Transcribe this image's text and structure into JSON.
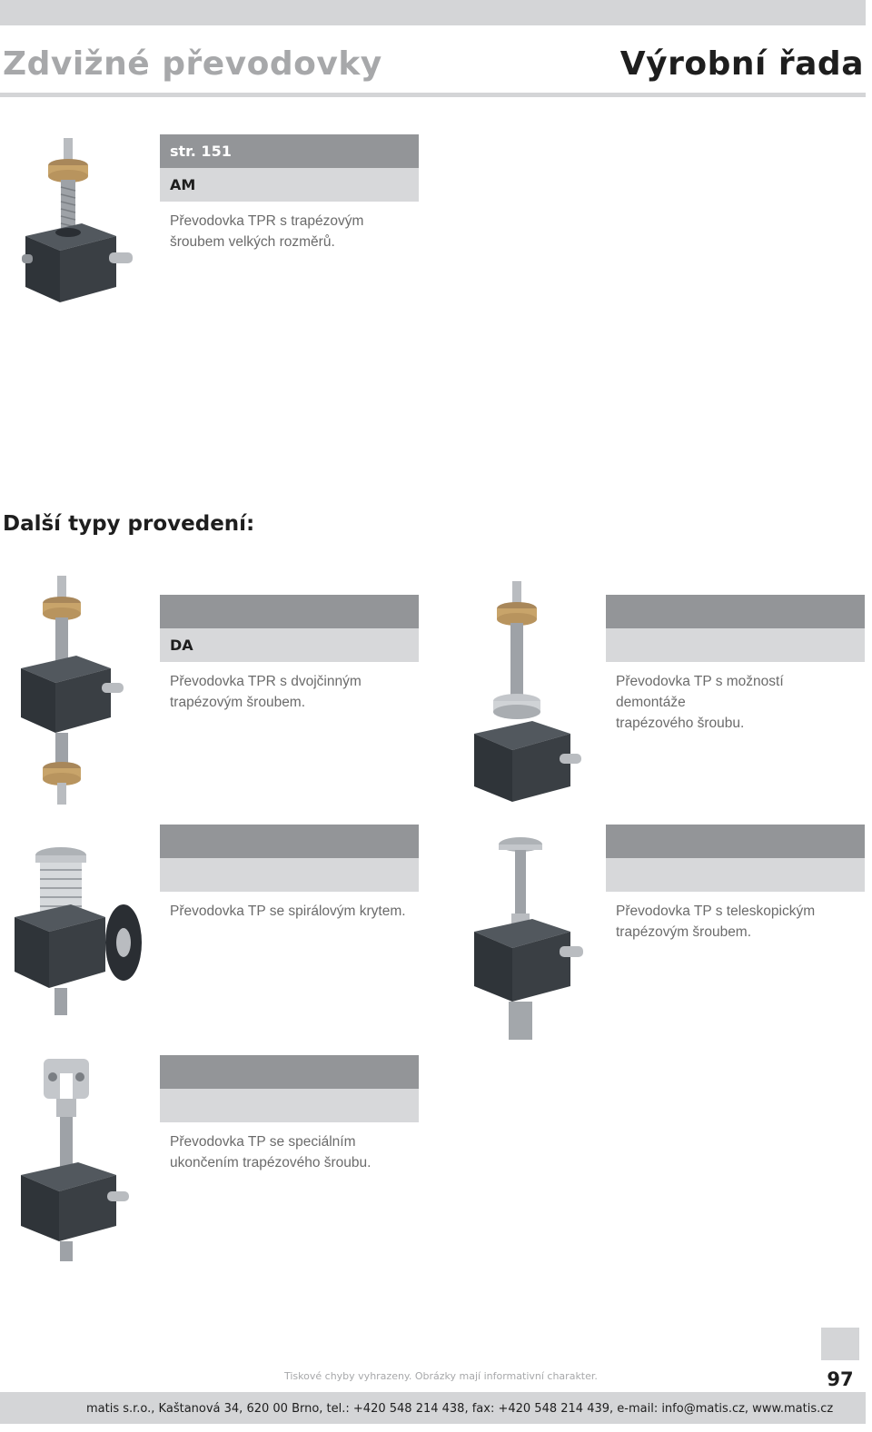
{
  "header": {
    "title_left": "Zdvižné převodovky",
    "title_right": "Výrobní řada"
  },
  "main_product": {
    "page_ref": "str. 151",
    "code": "AM",
    "description": "Převodovka TPR s trapézovým\nšroubem velkých rozměrů."
  },
  "section_heading": "Další typy provedení:",
  "variants": [
    {
      "code": "DA",
      "description": "Převodovka TPR s dvojčinným\ntrapézovým šroubem."
    },
    {
      "code": "",
      "description": "Převodovka TP s možností demontáže\ntrapézového šroubu."
    },
    {
      "code": "",
      "description": "Převodovka TP se spirálovým krytem."
    },
    {
      "code": "",
      "description": "Převodovka TP s teleskopickým\ntrapézovým šroubem."
    },
    {
      "code": "",
      "description": "Převodovka TP se speciálním\nukončením trapézového šroubu."
    }
  ],
  "footer": {
    "note": "Tiskové chyby vyhrazeny. Obrázky mají informativní charakter.",
    "page_number": "97",
    "contact": "matis s.r.o., Kaštanová 34, 620 00 Brno, tel.: +420 548 214 438, fax: +420 548 214 439, e-mail: info@matis.cz, www.matis.cz"
  },
  "colors": {
    "band_grey": "#d4d5d7",
    "bar_dark": "#939598",
    "bar_light": "#d7d8da",
    "housing": "#3a3f44",
    "bronze": "#c8a46a",
    "steel": "#b9bcc0"
  }
}
